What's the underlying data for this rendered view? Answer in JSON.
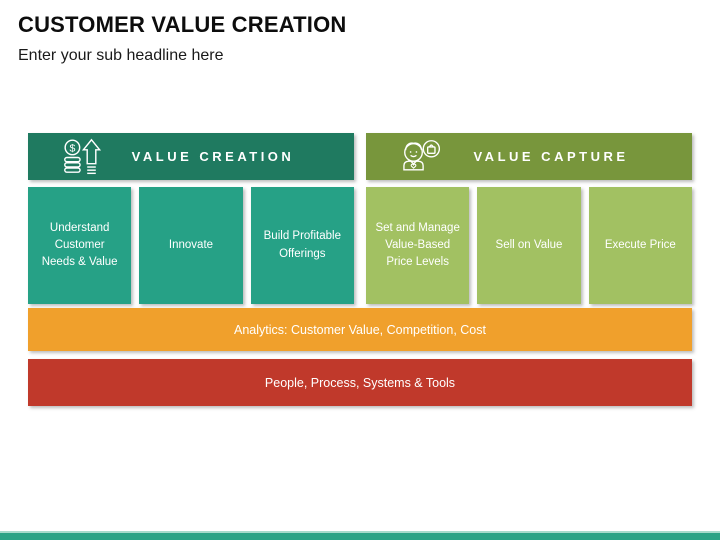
{
  "slide": {
    "title": "CUSTOMER VALUE CREATION",
    "subtitle": "Enter your sub headline here"
  },
  "columns": [
    {
      "header": "VALUE CREATION",
      "icon": "money-growth-icon",
      "boxes": [
        "Understand Customer Needs & Value",
        "Innovate",
        "Build Profitable Offerings"
      ]
    },
    {
      "header": "VALUE CAPTURE",
      "icon": "customer-shopping-icon",
      "boxes": [
        "Set and Manage Value-Based Price Levels",
        "Sell on Value",
        "Execute Price"
      ]
    }
  ],
  "bars": [
    {
      "label": "Analytics: Customer Value, Competition, Cost",
      "color": "#F0A02C"
    },
    {
      "label": "People, Process, Systems & Tools",
      "color": "#C0392B"
    }
  ],
  "colors": {
    "creation_header": "#1F7A60",
    "creation_box": "#26A186",
    "capture_header": "#78963C",
    "capture_box": "#A2C162",
    "analytics_bar": "#F0A02C",
    "people_bar": "#C0392B",
    "footer_strip": "#2AA385",
    "text_on_fill": "#FFFFFF",
    "title_text": "#0D0D0D"
  }
}
